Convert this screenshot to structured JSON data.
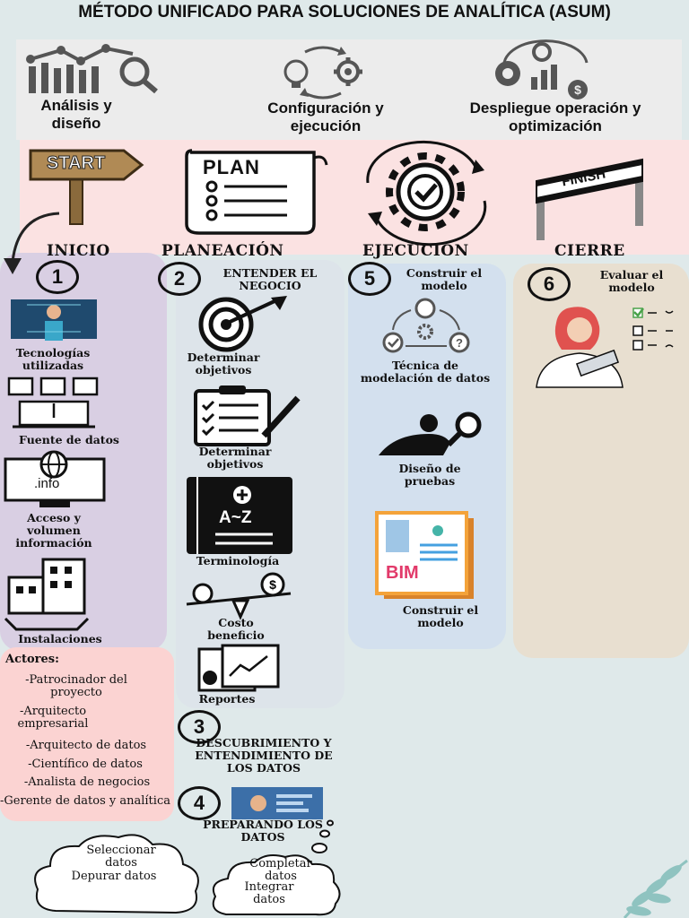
{
  "title": "MÉTODO UNIFICADO PARA SOLUCIONES DE ANALÍTICA (ASUM)",
  "phases": [
    {
      "label": "Análisis y diseño"
    },
    {
      "label": "Configuración y ejecución"
    },
    {
      "label": "Despliegue operación y optimización"
    }
  ],
  "signs": {
    "start": "START",
    "plan": "PLAN",
    "finish": "FINISH"
  },
  "stages": [
    "INICIO",
    "PLANEACIÓN",
    "EJECUCIÓN",
    "CIERRE"
  ],
  "steps": {
    "s1": {
      "num": "1"
    },
    "s2": {
      "num": "2",
      "label": "ENTENDER EL NEGOCIO"
    },
    "s3": {
      "num": "3",
      "label": "DESCUBRIMIENTO Y ENTENDIMIENTO DE LOS DATOS"
    },
    "s4": {
      "num": "4",
      "label": "PREPARANDO LOS DATOS"
    },
    "s5": {
      "num": "5",
      "label": "Construir el modelo"
    },
    "s6": {
      "num": "6",
      "label": "Evaluar el modelo"
    }
  },
  "inicio_items": [
    "Tecnologías utilizadas",
    "Fuente de datos",
    "Acceso y volumen información",
    "Instalaciones"
  ],
  "info_text": ".info",
  "planeacion_items": [
    "Determinar objetivos",
    "Determinar objetivos",
    "Terminología",
    "Costo beneficio",
    "Reportes"
  ],
  "az_text": "A~Z",
  "ejecucion_items": [
    "Técnica de modelación de datos",
    "Diseño de pruebas",
    "Construir el modelo"
  ],
  "bim_text": "BIM",
  "actors": {
    "title": "Actores:",
    "items": [
      "-Patrocinador del proyecto",
      "-Arquitecto empresarial",
      "-Arquitecto de datos",
      "-Científico de datos",
      "-Analista de negocios",
      "-Gerente de datos y analítica"
    ]
  },
  "clouds": {
    "left": [
      "Seleccionar datos",
      "Depurar datos"
    ],
    "right": [
      "Completar datos",
      "Integrar datos"
    ]
  },
  "colors": {
    "pink": "#fbd3d2",
    "lavender": "#d9cfe3",
    "blue": "#d3e0ee",
    "beige": "#e8dfd0",
    "gray_band": "#ececec",
    "teal": "#8fc3c0",
    "orange": "#f4a33a"
  }
}
